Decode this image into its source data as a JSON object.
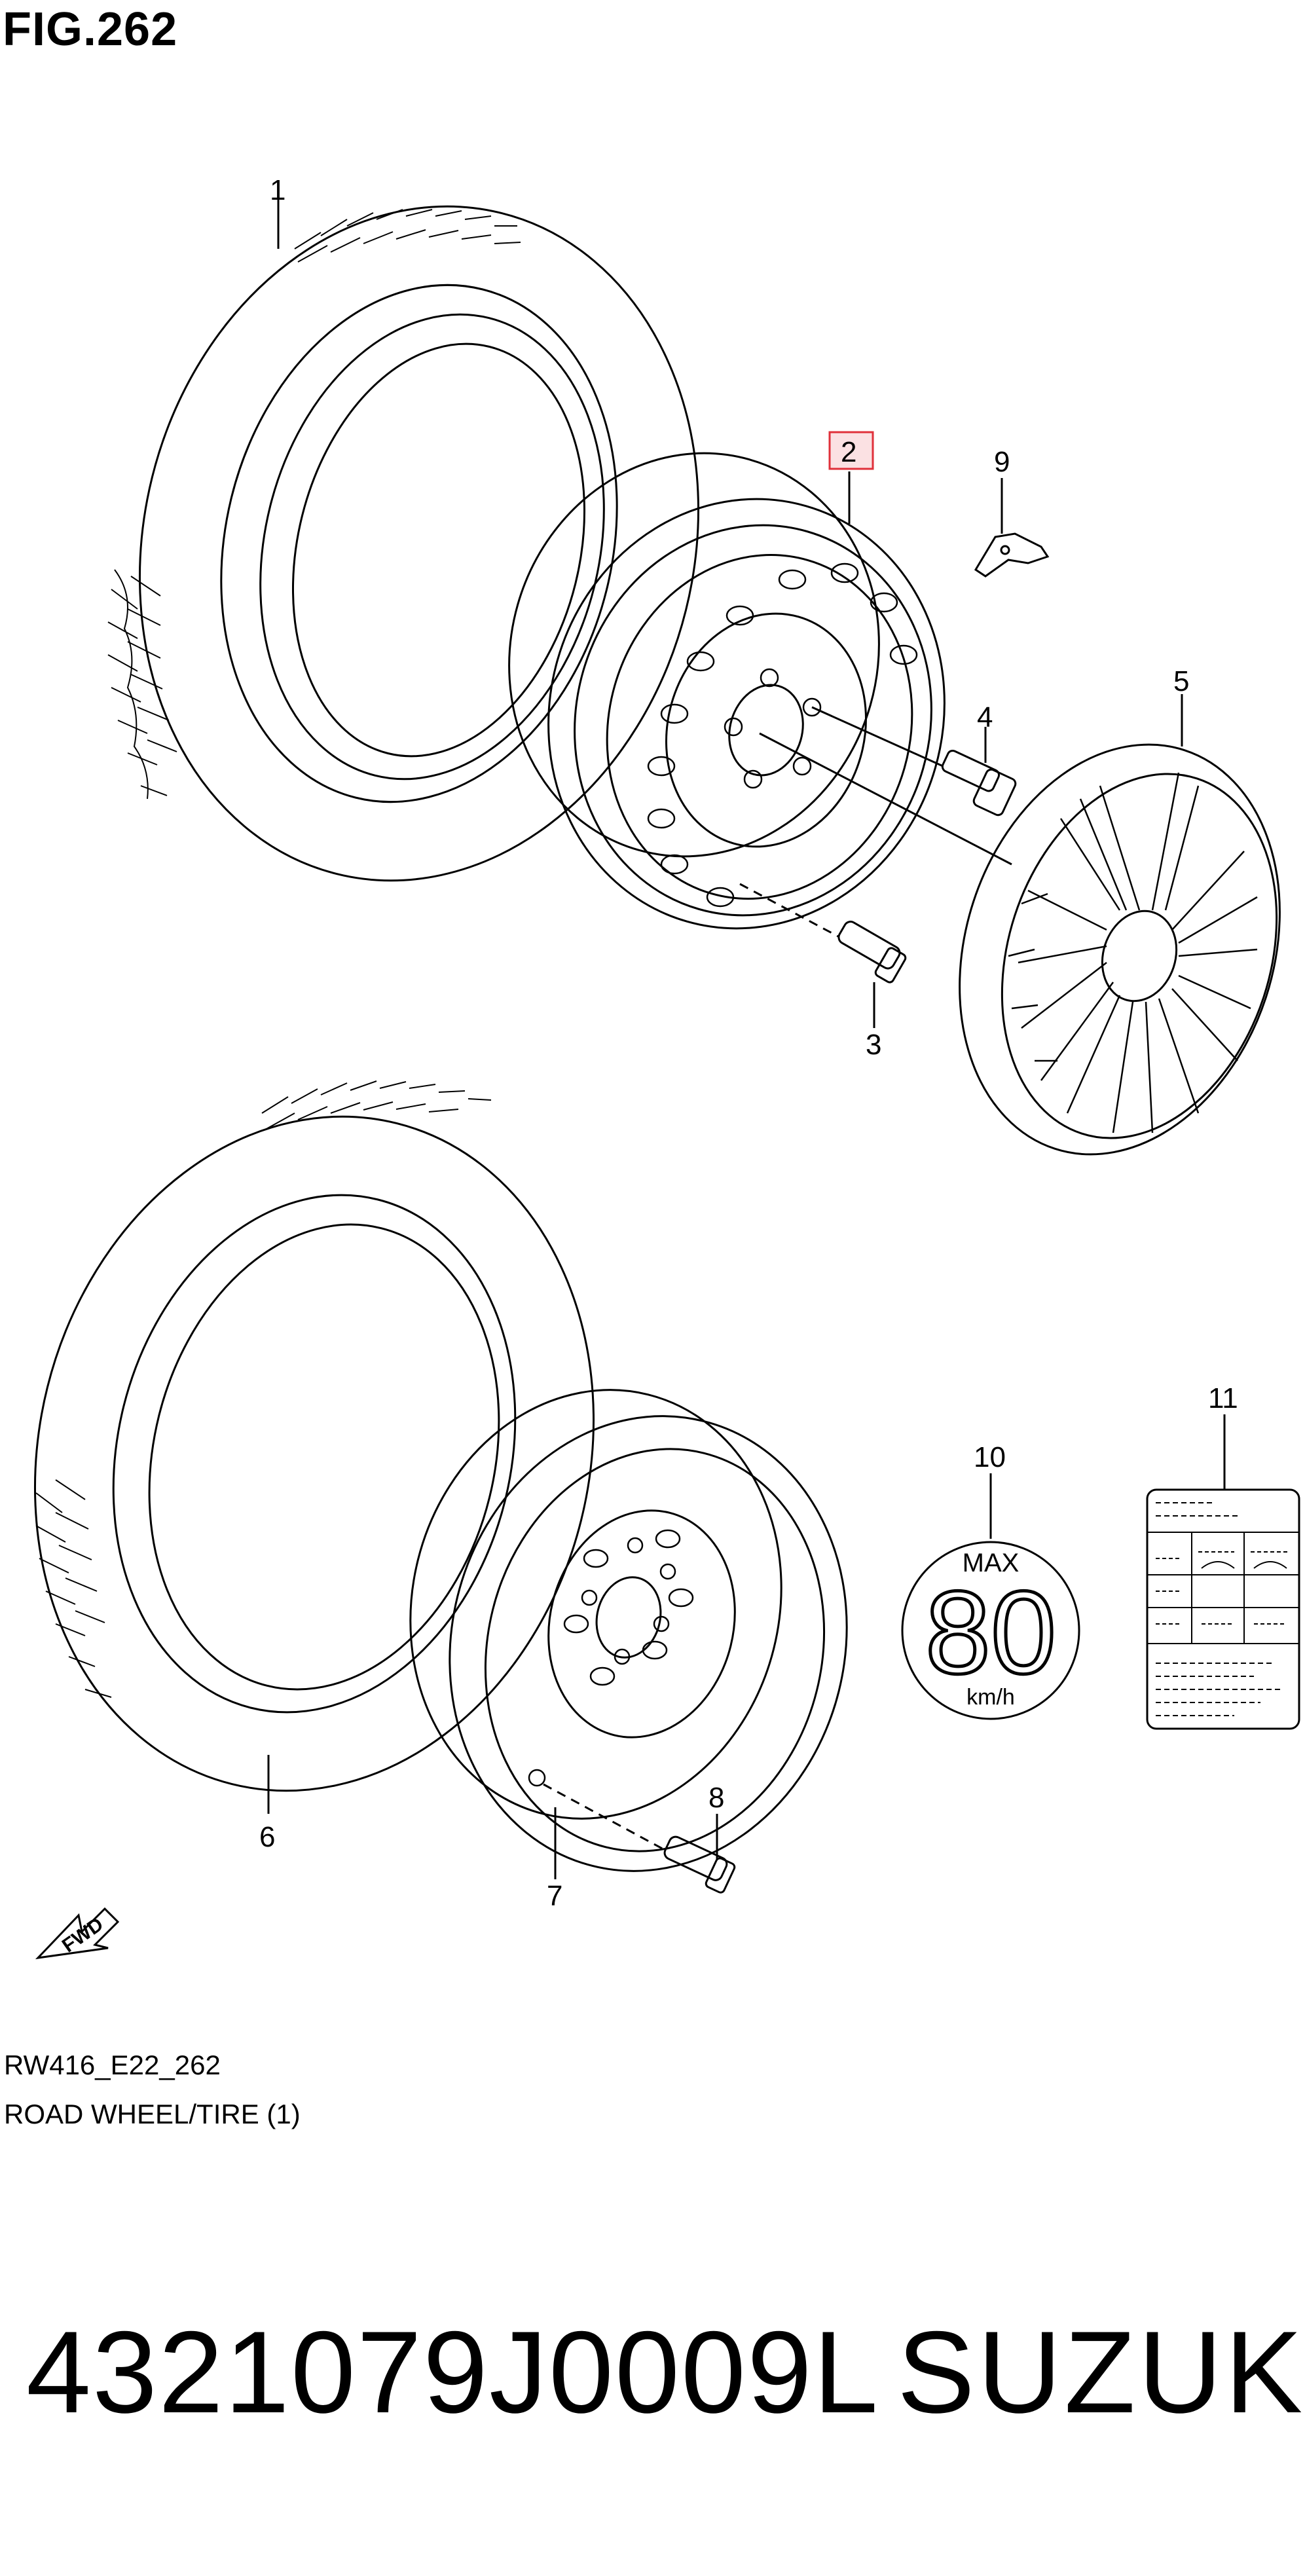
{
  "figure": {
    "title": "FIG.262",
    "ref_code": "RW416_E22_262",
    "caption": "ROAD WHEEL/TIRE (1)"
  },
  "callouts": [
    "1",
    "2",
    "3",
    "4",
    "5",
    "6",
    "7",
    "8",
    "9",
    "10",
    "11"
  ],
  "highlighted_callout": "2",
  "fwd_label": "FWD",
  "speed_label": {
    "top": "MAX",
    "value": "80",
    "unit": "km/h"
  },
  "footer": {
    "part_number": "4321079J0009L",
    "brand": "SUZUKI"
  },
  "colors": {
    "line": "#000000",
    "highlight_border": "#e0303a",
    "highlight_fill": "#fbe1e3"
  }
}
